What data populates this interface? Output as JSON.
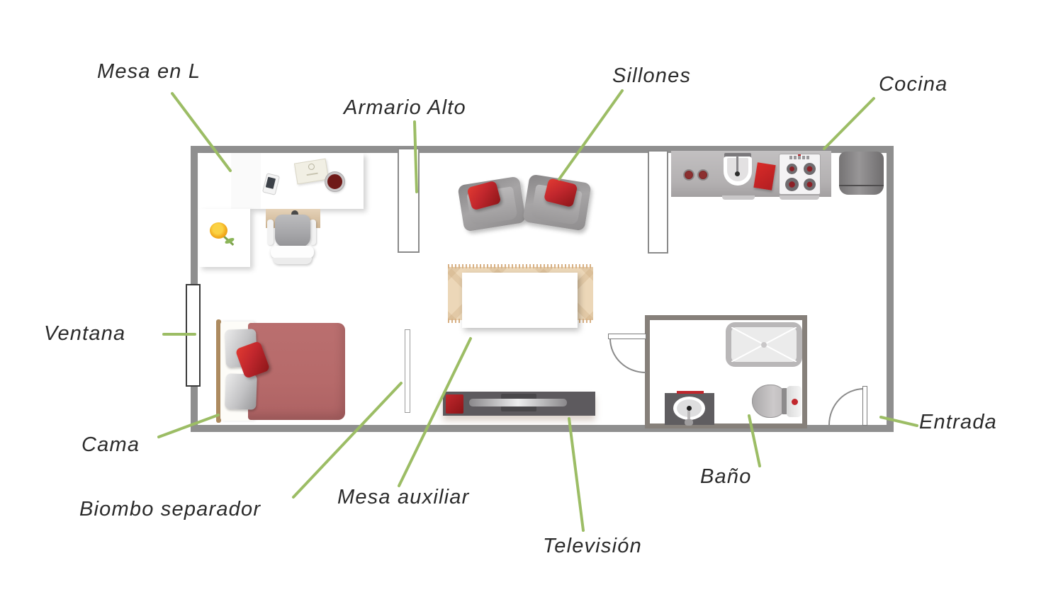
{
  "diagram": {
    "type": "apartment-floor-plan",
    "language": "es"
  },
  "labels": {
    "mesa_en_l": "Mesa en L",
    "armario_alto": "Armario Alto",
    "sillones": "Sillones",
    "cocina": "Cocina",
    "ventana": "Ventana",
    "cama": "Cama",
    "biombo_separador": "Biombo separador",
    "mesa_auxiliar": "Mesa auxiliar",
    "television": "Televisión",
    "bano": "Baño",
    "entrada": "Entrada"
  },
  "colors": {
    "leader_line": "#9cbd65",
    "label_text": "#2b2b2b",
    "wall_gray": "#8f8f8f",
    "bathroom_wall": "#86807a",
    "accent_red": "#c1272d",
    "bed_blanket": "#b66a6a",
    "headboard_brown": "#ad8b60",
    "rug_beige": "#ecd7b8",
    "furniture_dark_gray": "#5d5a5e",
    "floor": "#ffffff"
  }
}
